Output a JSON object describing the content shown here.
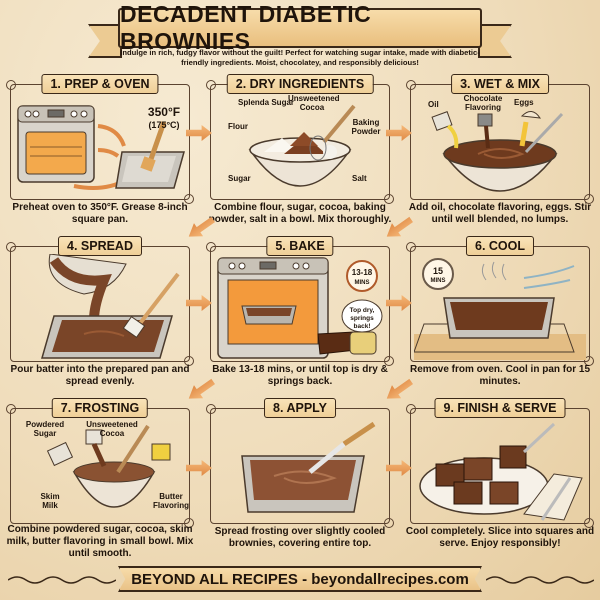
{
  "header": {
    "title": "DECADENT DIABETIC BROWNIES",
    "subtitle": "Indulge in rich, fudgy flavor without the guilt! Perfect for watching sugar intake, made with diabetic-friendly ingredients. Moist, chocolatey, and responsibly delicious!"
  },
  "steps": [
    {
      "label": "1. PREP & OVEN",
      "caption": "Preheat oven to 350°F. Grease 8-inch square pan.",
      "annotations": {
        "temp_f": "350°F",
        "temp_c": "(175°C)"
      },
      "icons": [
        "oven-icon",
        "baking-pan-icon",
        "pastry-brush-icon"
      ]
    },
    {
      "label": "2. DRY INGREDIENTS",
      "caption": "Combine flour, sugar, cocoa, baking powder, salt in a bowl. Mix thoroughly.",
      "annotations": {
        "splenda": "Splenda Sugar",
        "cocoa": "Unsweetened Cocoa",
        "flour": "Flour",
        "baking_powder": "Baking Powder",
        "sugar": "Sugar",
        "salt": "Salt"
      },
      "icons": [
        "mixing-bowl-icon",
        "whisk-icon"
      ]
    },
    {
      "label": "3. WET & MIX",
      "caption": "Add oil, chocolate flavoring, eggs. Stir until well blended, no lumps.",
      "annotations": {
        "oil": "Oil",
        "chocolate": "Chocolate Flavoring",
        "eggs": "Eggs"
      },
      "icons": [
        "mixing-bowl-icon",
        "spoon-icon",
        "egg-icon"
      ]
    },
    {
      "label": "4. SPREAD",
      "caption": "Pour batter into the prepared pan and spread evenly.",
      "icons": [
        "baking-pan-icon",
        "spatula-icon"
      ]
    },
    {
      "label": "5. BAKE",
      "caption": "Bake 13-18 mins, or until top is dry & springs back.",
      "annotations": {
        "timer": "13-18 MINS",
        "bubble": "Top dry, springs back!"
      },
      "icons": [
        "oven-icon",
        "timer-icon",
        "brownie-icon",
        "oven-mitt-icon"
      ]
    },
    {
      "label": "6. COOL",
      "caption": "Remove from oven. Cool in pan for 15 minutes.",
      "annotations": {
        "timer": "15 MINS"
      },
      "icons": [
        "timer-icon",
        "cooling-rack-icon",
        "baking-pan-icon"
      ]
    },
    {
      "label": "7. FROSTING",
      "caption": "Combine powdered sugar, cocoa, skim milk, butter flavoring in small bowl. Mix until smooth.",
      "annotations": {
        "powdered_sugar": "Powdered Sugar",
        "cocoa": "Unsweetened Cocoa",
        "skim_milk": "Skim Milk",
        "butter": "Butter Flavoring"
      },
      "icons": [
        "mixing-bowl-icon",
        "whisk-icon"
      ]
    },
    {
      "label": "8. APPLY",
      "caption": "Spread frosting over slightly cooled brownies, covering entire top.",
      "icons": [
        "baking-pan-icon",
        "knife-icon"
      ]
    },
    {
      "label": "9. FINISH & SERVE",
      "caption": "Cool completely. Slice into squares and serve. Enjoy responsibly!",
      "icons": [
        "plate-icon",
        "brownie-icon",
        "fork-icon",
        "napkin-icon"
      ]
    }
  ],
  "footer": {
    "text": "BEYOND ALL RECIPES - beyondallrecipes.com"
  },
  "colors": {
    "background": "#efdcba",
    "banner": "#eccb93",
    "arrow": "#e89a55",
    "ink": "#1f140b",
    "brownie": "#6b3a1f"
  }
}
